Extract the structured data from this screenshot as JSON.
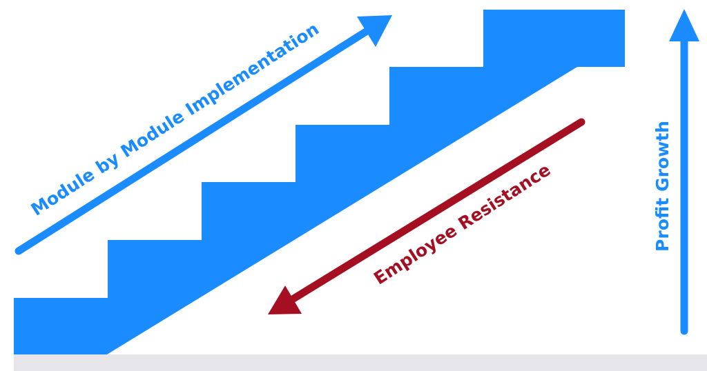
{
  "labels": {
    "implementation": "Module by Module Implementation",
    "resistance": "Employee Resistance",
    "growth": "Profit Growth"
  },
  "colors": {
    "primary_blue": "#1a8cff",
    "resistance_red": "#a50f22",
    "ground_gray": "#e6e6ea",
    "background": "#ffffff"
  }
}
